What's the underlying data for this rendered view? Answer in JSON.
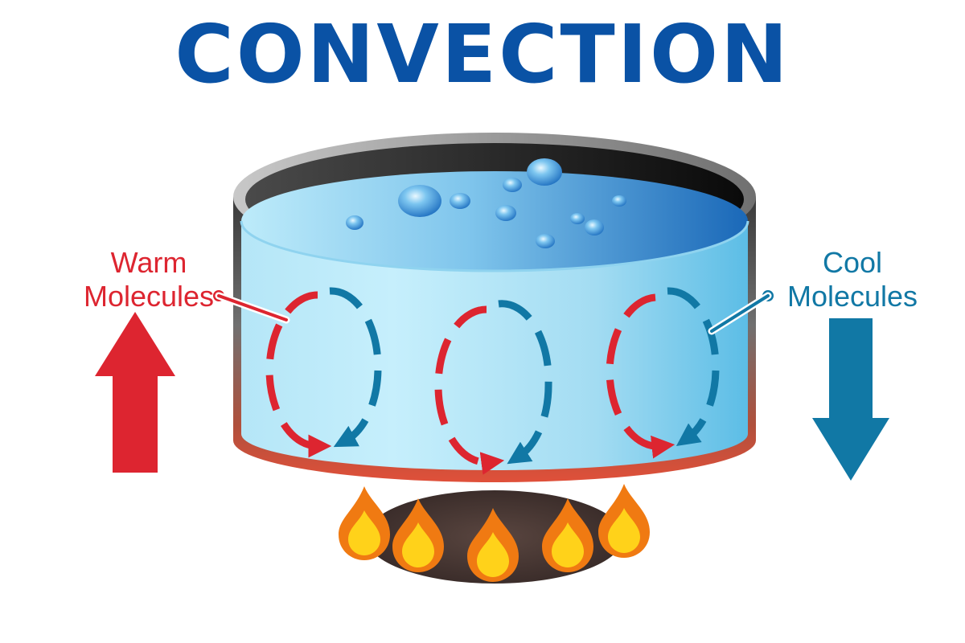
{
  "title": "CONVECTION",
  "labels": {
    "warm": {
      "line1": "Warm",
      "line2": "Molecules"
    },
    "cool": {
      "line1": "Cool",
      "line2": "Molecules"
    }
  },
  "colors": {
    "title": "#0a52a5",
    "warm": "#dd2530",
    "cool": "#1178a5",
    "water_light": "#c0ecfb",
    "water_dark": "#1a68b8",
    "pot_rim": "#a8a8a8",
    "pot_inner": "#2a2a2a",
    "pot_base": "#e0503a",
    "burner": "#4a3a36",
    "flame_outer": "#f07a12",
    "flame_inner": "#ffd21a"
  }
}
